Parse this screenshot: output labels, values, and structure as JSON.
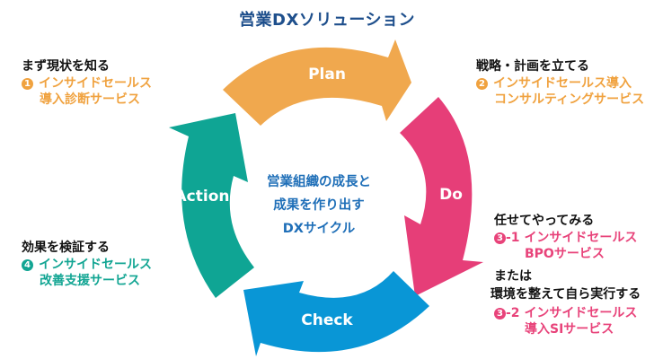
{
  "title": "営業DXソリューション",
  "center_text": [
    "営業組織の成長と",
    "成果を作り出す",
    "DXサイクル"
  ],
  "colors": {
    "title": "#1e4f8c",
    "plan": "#f0a84e",
    "do": "#e63e78",
    "check": "#0996d6",
    "action": "#0fa594",
    "center_text": "#1f6fb8"
  },
  "cycle": {
    "plan": "Plan",
    "do": "Do",
    "check": "Check",
    "action": "Action"
  },
  "steps": {
    "step1": {
      "heading": "まず現状を知る",
      "badge": "1",
      "service_line1": "インサイドセールス",
      "service_line2": "導入診断サービス"
    },
    "step2": {
      "heading": "戦略・計画を立てる",
      "badge": "2",
      "service_line1": "インサイドセールス導入",
      "service_line2": "コンサルティングサービス"
    },
    "step3": {
      "heading": "任せてやってみる",
      "option1": {
        "badge": "3",
        "suffix": "-1",
        "service_line1": "インサイドセールス",
        "service_line2": "BPOサービス"
      },
      "or_line1": "または",
      "or_line2": "環境を整えて自ら実行する",
      "option2": {
        "badge": "3",
        "suffix": "-2",
        "service_line1": "インサイドセールス",
        "service_line2": "導入SIサービス"
      }
    },
    "step4": {
      "heading": "効果を検証する",
      "badge": "4",
      "service_line1": "インサイドセールス",
      "service_line2": "改善支援サービス"
    }
  }
}
